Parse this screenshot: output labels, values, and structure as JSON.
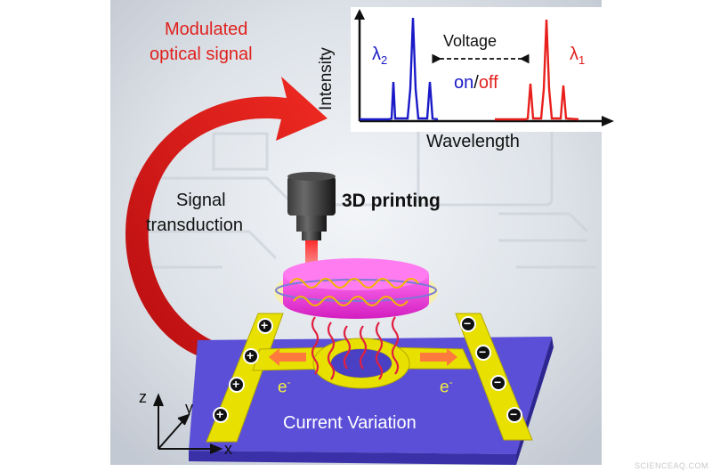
{
  "labels": {
    "modulated_line1": "Modulated",
    "modulated_line2": "optical signal",
    "intensity": "Intensity",
    "wavelength": "Wavelength",
    "voltage": "Voltage",
    "on": "on",
    "slash": "/",
    "off": "off",
    "lambda2_symbol": "λ",
    "lambda2_sub": "2",
    "lambda1_symbol": "λ",
    "lambda1_sub": "1",
    "signal_line1": "Signal",
    "signal_line2": "transduction",
    "printing": "3D printing",
    "current_variation": "Current Variation",
    "electron_left": "e",
    "electron_right": "e",
    "electron_charge": "-",
    "axis_x": "x",
    "axis_y": "y",
    "axis_z": "z",
    "plus": "+",
    "minus": "−"
  },
  "watermark": "SCIENCEAQ.COM",
  "colors": {
    "signal_red": "#e0201c",
    "spectrum_blue": "#1a1ac8",
    "spectrum_red": "#e8201c",
    "substrate": "#5a4fd6",
    "electrode_yellow": "#e8e000",
    "disc_magenta": "#f03ad8",
    "background_gray": "#dfe3e8"
  }
}
